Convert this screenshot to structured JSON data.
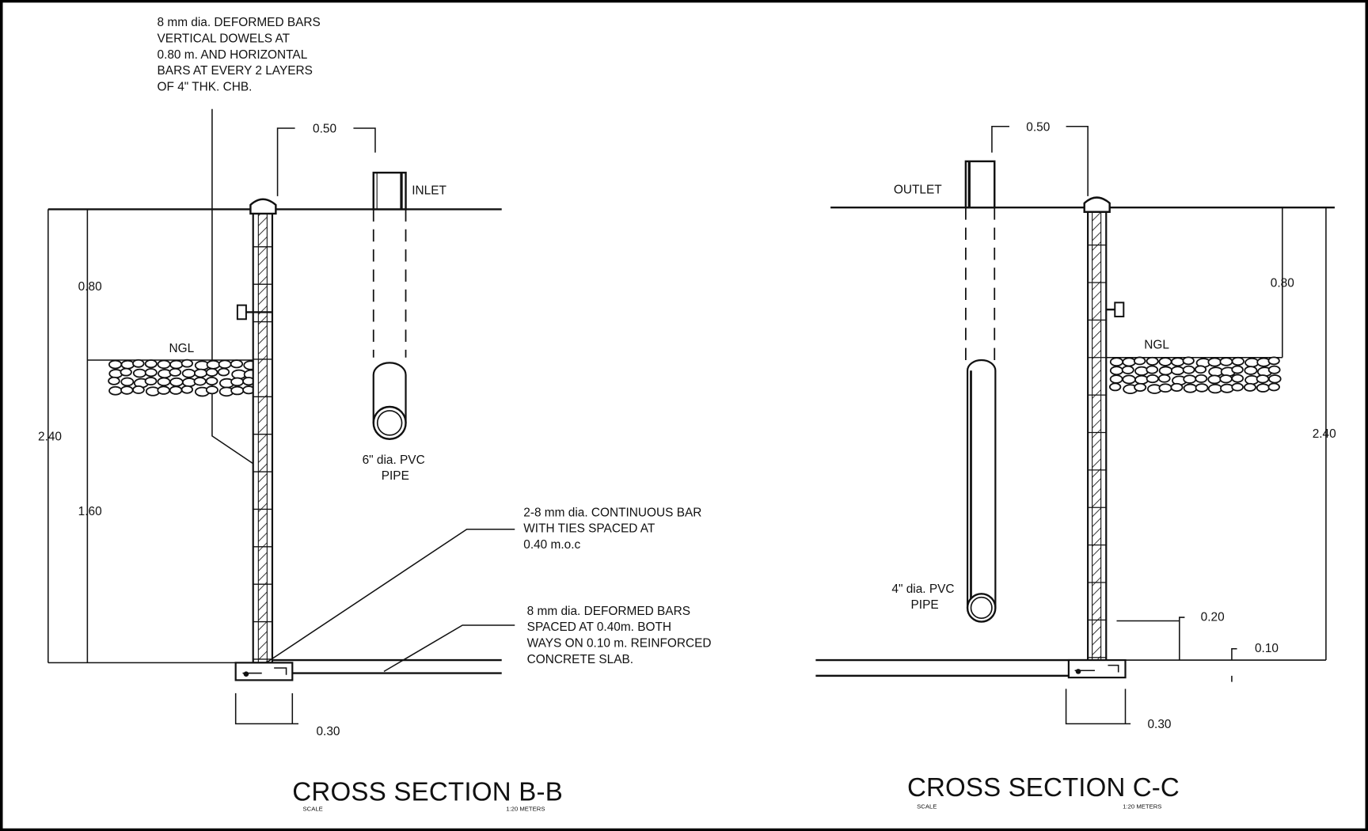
{
  "section_bb": {
    "title": "CROSS SECTION B-B",
    "scale_label": "SCALE",
    "scale_value": "1:20 METERS",
    "note_dowels": [
      "8 mm dia. DEFORMED BARS",
      "VERTICAL DOWELS AT",
      "0.80 m. AND HORIZONTAL",
      "BARS AT EVERY 2 LAYERS",
      "OF 4\" THK. CHB."
    ],
    "dim_top": "0.50",
    "inlet_label": "INLET",
    "pipe_label": [
      "6\" dia. PVC",
      "PIPE"
    ],
    "dim_upper": "0.80",
    "dim_total": "2.40",
    "dim_lower": "1.60",
    "ngl_label": "NGL",
    "note_continuous": [
      "2-8 mm dia. CONTINUOUS BAR",
      "WITH TIES SPACED AT",
      "0.40 m.o.c"
    ],
    "note_slab": [
      "8 mm dia. DEFORMED BARS",
      "SPACED AT 0.40m. BOTH",
      "WAYS ON 0.10 m. REINFORCED",
      "CONCRETE SLAB."
    ],
    "dim_footing": "0.30"
  },
  "section_cc": {
    "title": "CROSS SECTION C-C",
    "scale_label": "SCALE",
    "scale_value": "1:20 METERS",
    "dim_top": "0.50",
    "outlet_label": "OUTLET",
    "pipe_label": [
      "4\" dia. PVC",
      "PIPE"
    ],
    "dim_upper": "0.80",
    "dim_total": "2.40",
    "ngl_label": "NGL",
    "dim_pipe_invert": "0.20",
    "dim_slab": "0.10",
    "dim_footing": "0.30"
  }
}
